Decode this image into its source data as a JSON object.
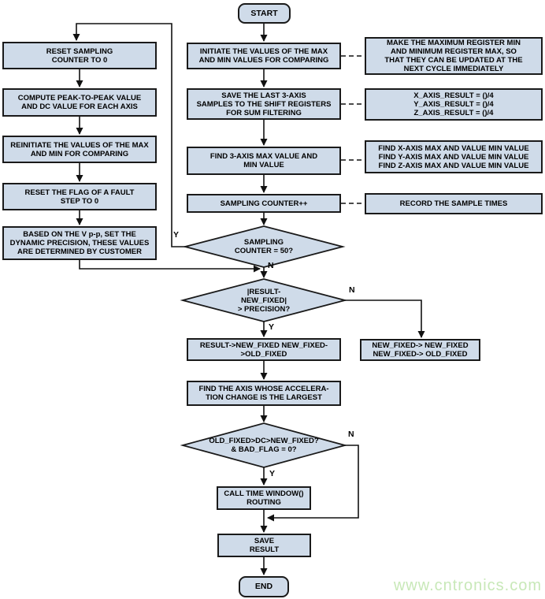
{
  "colors": {
    "node_fill": "#cfdbe9",
    "node_border": "#1a1a1a",
    "connector": "#111111",
    "watermark_green": "#c8e8b8"
  },
  "watermark": "www.cntronics.com",
  "branch_labels": {
    "yes": "Y",
    "no": "N"
  },
  "nodes": {
    "start": "START",
    "init_max_min": "INITIATE THE VALUES OF THE MAX\nAND MIN VALUES FOR COMPARING",
    "save_samples": "SAVE THE LAST 3-AXIS\nSAMPLES TO THE SHIFT REGISTERS\nFOR SUM FILTERING",
    "find_max_min": "FIND 3-AXIS MAX VALUE AND\nMIN VALUE",
    "sampling_counter_inc": "SAMPLING COUNTER++",
    "decision_counter": "SAMPLING\nCOUNTER = 50?",
    "decision_precision": "|RESULT-\nNEW_FIXED|\n> PRECISION?",
    "result_to_fixed": "RESULT->NEW_FIXED NEW_FIXED-\n>OLD_FIXED",
    "find_axis": "FIND THE AXIS WHOSE ACCELERA-\nTION CHANGE IS THE LARGEST",
    "decision_fixed": "OLD_FIXED>DC>NEW_FIXED?\n& BAD_FLAG = 0?",
    "call_time_window": "CALL TIME WINDOW()\nROUTING",
    "save_result": "SAVE\nRESULT",
    "end": "END",
    "reset_counter": "RESET SAMPLING\nCOUNTER TO 0",
    "compute_pp": "COMPUTE PEAK-TO-PEAK VALUE\nAND DC VALUE FOR EACH AXIS",
    "reinit_max_min": "REINITIATE THE VALUES OF THE MAX\nAND MIN FOR COMPARING",
    "reset_flag": "RESET THE FLAG OF A FAULT\nSTEP TO 0",
    "dynamic_precision": "BASED ON THE V p-p, SET THE\nDYNAMIC PRECISION, THESE VALUES\nARE DETERMINED BY CUSTOMER",
    "note_registers": "MAKE THE MAXIMUM REGISTER MIN\nAND MINIMUM REGISTER MAX, SO\nTHAT THEY CAN BE UPDATED AT THE\nNEXT CYCLE IMMEDIATELY",
    "note_axis_result": "X_AXIS_RESULT = ()/4\nY_AXIS_RESULT = ()/4\nZ_AXIS_RESULT = ()/4",
    "note_find_axis": "FIND X-AXIS MAX AND VALUE MIN VALUE\nFIND Y-AXIS MAX AND VALUE MIN VALUE\nFIND Z-AXIS MAX AND VALUE MIN VALUE",
    "note_record": "RECORD THE SAMPLE TIMES",
    "new_fixed_swap": "NEW_FIXED-> NEW_FIXED\nNEW_FIXED-> OLD_FIXED"
  }
}
